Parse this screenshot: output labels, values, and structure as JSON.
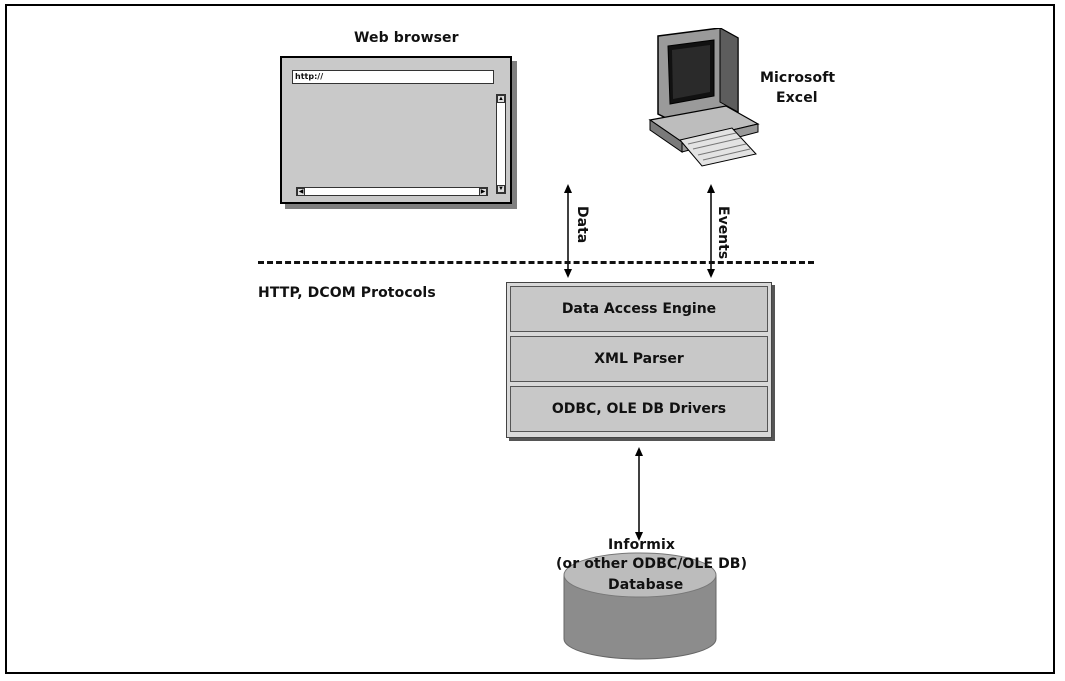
{
  "diagram": {
    "web_browser_label": "Web browser",
    "url_text": "http://",
    "excel_label_line1": "Microsoft",
    "excel_label_line2": "Excel",
    "data_label": "Data",
    "events_label": "Events",
    "protocols_label": "HTTP, DCOM Protocols",
    "layers": [
      "Data Access Engine",
      "XML Parser",
      "ODBC, OLE DB Drivers"
    ],
    "database_line1": "Informix",
    "database_line2": "(or other ODBC/OLE DB)",
    "database_line3": "Database"
  }
}
